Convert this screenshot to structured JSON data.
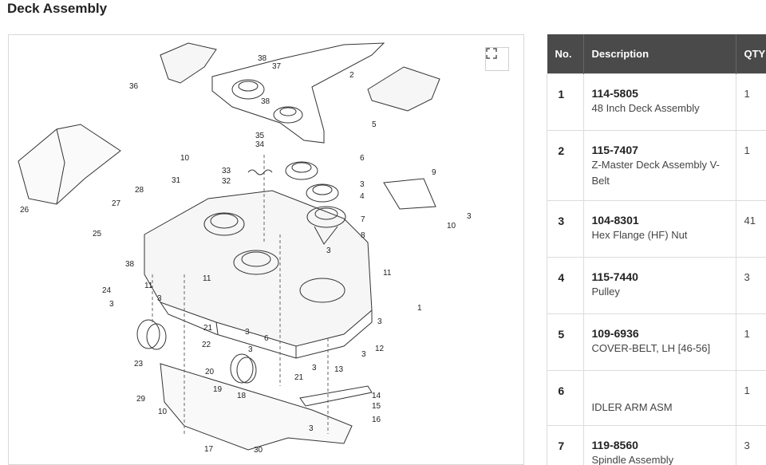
{
  "page_title": "Deck Assembly",
  "diagram": {
    "callouts": [
      "1",
      "2",
      "3",
      "3",
      "3",
      "3",
      "3",
      "3",
      "3",
      "3",
      "3",
      "3",
      "3",
      "4",
      "5",
      "6",
      "6",
      "7",
      "8",
      "9",
      "10",
      "10",
      "10",
      "11",
      "11",
      "11",
      "12",
      "13",
      "14",
      "15",
      "16",
      "17",
      "18",
      "19",
      "20",
      "21",
      "21",
      "22",
      "23",
      "24",
      "25",
      "26",
      "27",
      "28",
      "29",
      "30",
      "31",
      "32",
      "33",
      "34",
      "35",
      "36",
      "37",
      "38",
      "38",
      "38"
    ]
  },
  "table": {
    "headers": {
      "no": "No.",
      "description": "Description",
      "qty": "QTY"
    },
    "rows": [
      {
        "no": "1",
        "part": "114-5805",
        "desc": "48 Inch Deck Assembly",
        "qty": "1"
      },
      {
        "no": "2",
        "part": "115-7407",
        "desc": "Z-Master Deck Assembly V-Belt",
        "qty": "1"
      },
      {
        "no": "3",
        "part": "104-8301",
        "desc": "Hex Flange (HF) Nut",
        "qty": "41"
      },
      {
        "no": "4",
        "part": "115-7440",
        "desc": "Pulley",
        "qty": "3"
      },
      {
        "no": "5",
        "part": "109-6936",
        "desc": "COVER-BELT, LH [46-56]",
        "qty": "1"
      },
      {
        "no": "6",
        "part": "",
        "desc": "IDLER ARM ASM",
        "qty": "1"
      },
      {
        "no": "7",
        "part": "119-8560",
        "desc": "Spindle Assembly",
        "qty": "3"
      }
    ]
  },
  "colors": {
    "header_bg": "#4a4a4a",
    "border": "#dcdcdc"
  }
}
